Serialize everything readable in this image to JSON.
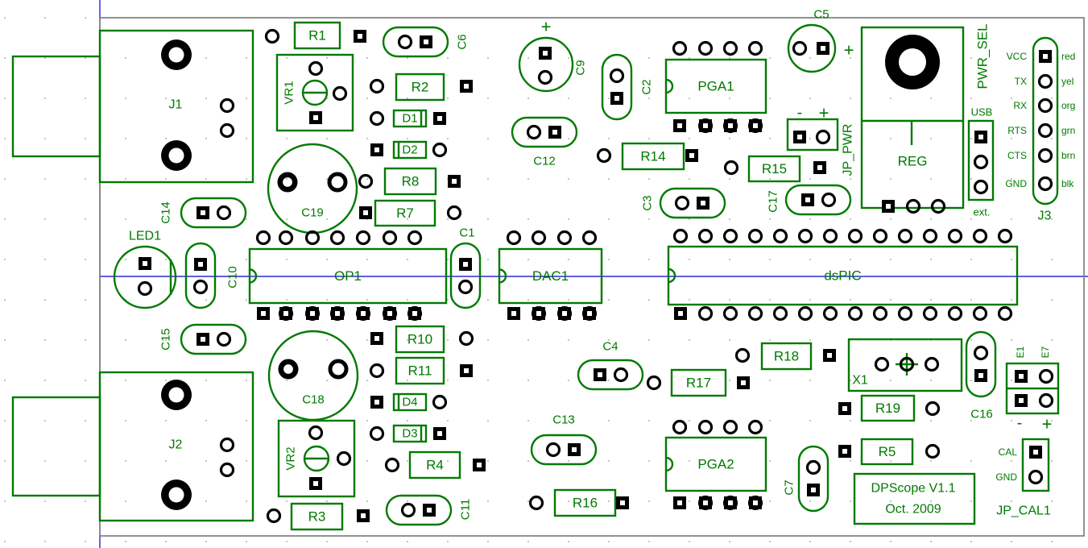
{
  "colors": {
    "silk": "#007a00",
    "pad": "#000000",
    "guide": "#0000cc",
    "grid": "#9a9a9a",
    "background": "#ffffff"
  },
  "labels": {
    "J1": "J1",
    "J2": "J2",
    "J3": "J3",
    "R1": "R1",
    "R2": "R2",
    "R3": "R3",
    "R4": "R4",
    "R5": "R5",
    "R7": "R7",
    "R8": "R8",
    "R10": "R10",
    "R11": "R11",
    "R14": "R14",
    "R15": "R15",
    "R16": "R16",
    "R17": "R17",
    "R18": "R18",
    "R19": "R19",
    "VR1": "VR1",
    "VR2": "VR2",
    "D1": "D1",
    "D2": "D2",
    "D3": "D3",
    "D4": "D4",
    "C1": "C1",
    "C2": "C2",
    "C3": "C3",
    "C4": "C4",
    "C5": "C5",
    "C6": "C6",
    "C7": "C7",
    "C9": "C9",
    "C10": "C10",
    "C11": "C11",
    "C12": "C12",
    "C13": "C13",
    "C14": "C14",
    "C15": "C15",
    "C16": "C16",
    "C17": "C17",
    "C18": "C18",
    "C19": "C19",
    "LED1": "LED1",
    "OP1": "OP1",
    "DAC1": "DAC1",
    "dsPIC": "dsPIC",
    "PGA1": "PGA1",
    "PGA2": "PGA2",
    "REG": "REG",
    "X1": "X1",
    "PWR_SEL": "PWR_SEL",
    "USB": "USB",
    "ext": "ext.",
    "JP_PWR": "JP_PWR",
    "JP_CAL1": "JP_CAL1",
    "CAL": "CAL",
    "GND": "GND",
    "E1": "E1",
    "E7": "E7",
    "plus": "+",
    "minus": "-"
  },
  "j3_pins": [
    {
      "signal": "VCC",
      "color": "red"
    },
    {
      "signal": "TX",
      "color": "yel"
    },
    {
      "signal": "RX",
      "color": "org"
    },
    {
      "signal": "RTS",
      "color": "grn"
    },
    {
      "signal": "CTS",
      "color": "brn"
    },
    {
      "signal": "GND",
      "color": "blk"
    }
  ],
  "title_block": {
    "line1": "DPScope  V1.1",
    "line2": "Oct. 2009"
  }
}
